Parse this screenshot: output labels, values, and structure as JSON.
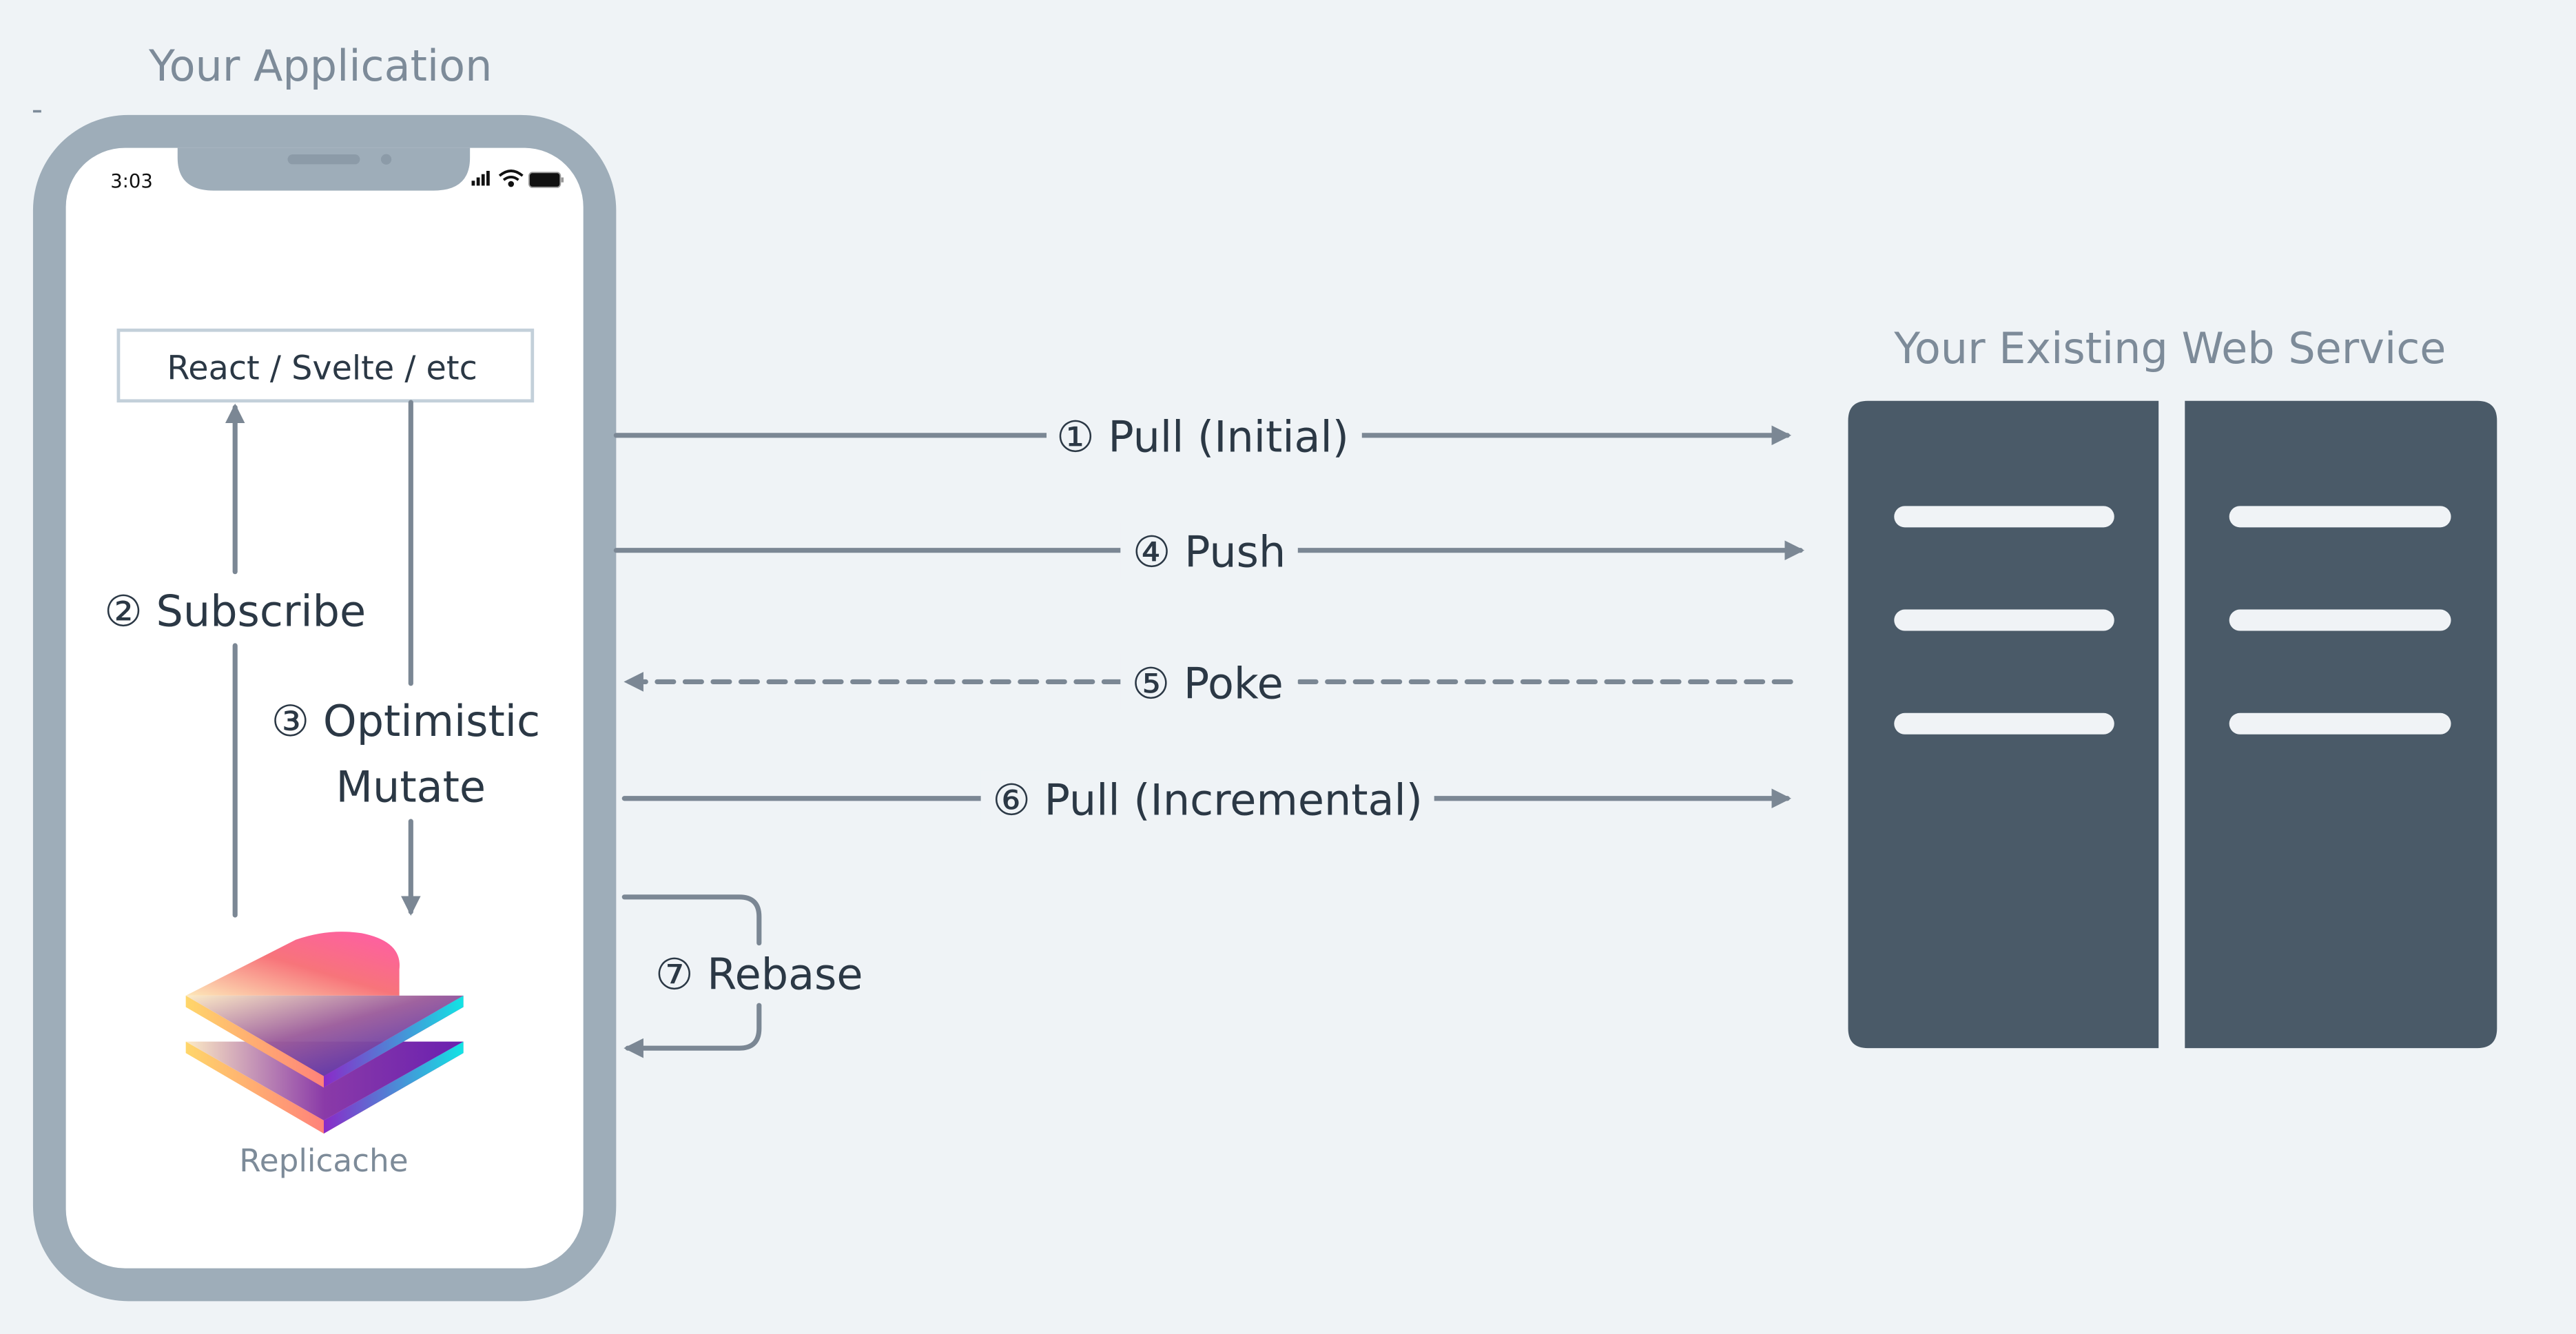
{
  "colors": {
    "background": "#eff3f6",
    "phone_frame": "#9eadb9",
    "arrow": "#7b8794",
    "server": "#4a5a68",
    "title_text": "#7d8b99",
    "label_text": "#2b3845"
  },
  "app": {
    "title": "Your Application",
    "status_bar": {
      "time": "3:03",
      "icons": [
        "signal-icon",
        "wifi-icon",
        "battery-icon"
      ]
    },
    "ui_box_label": "React / Svelte / etc",
    "subscribe_label": "② Subscribe",
    "mutate_label_line1": "③ Optimistic",
    "mutate_label_line2": "Mutate",
    "logo_label": "Replicache"
  },
  "server": {
    "title": "Your Existing Web Service"
  },
  "flows": [
    {
      "label": "① Pull (Initial)",
      "direction": "to-server",
      "style": "solid"
    },
    {
      "label": "④ Push",
      "direction": "to-server",
      "style": "solid"
    },
    {
      "label": "⑤ Poke",
      "direction": "to-client",
      "style": "dashed"
    },
    {
      "label": "⑥ Pull (Incremental)",
      "direction": "to-server",
      "style": "solid"
    },
    {
      "label": "⑦ Rebase",
      "direction": "loop",
      "style": "solid"
    }
  ]
}
